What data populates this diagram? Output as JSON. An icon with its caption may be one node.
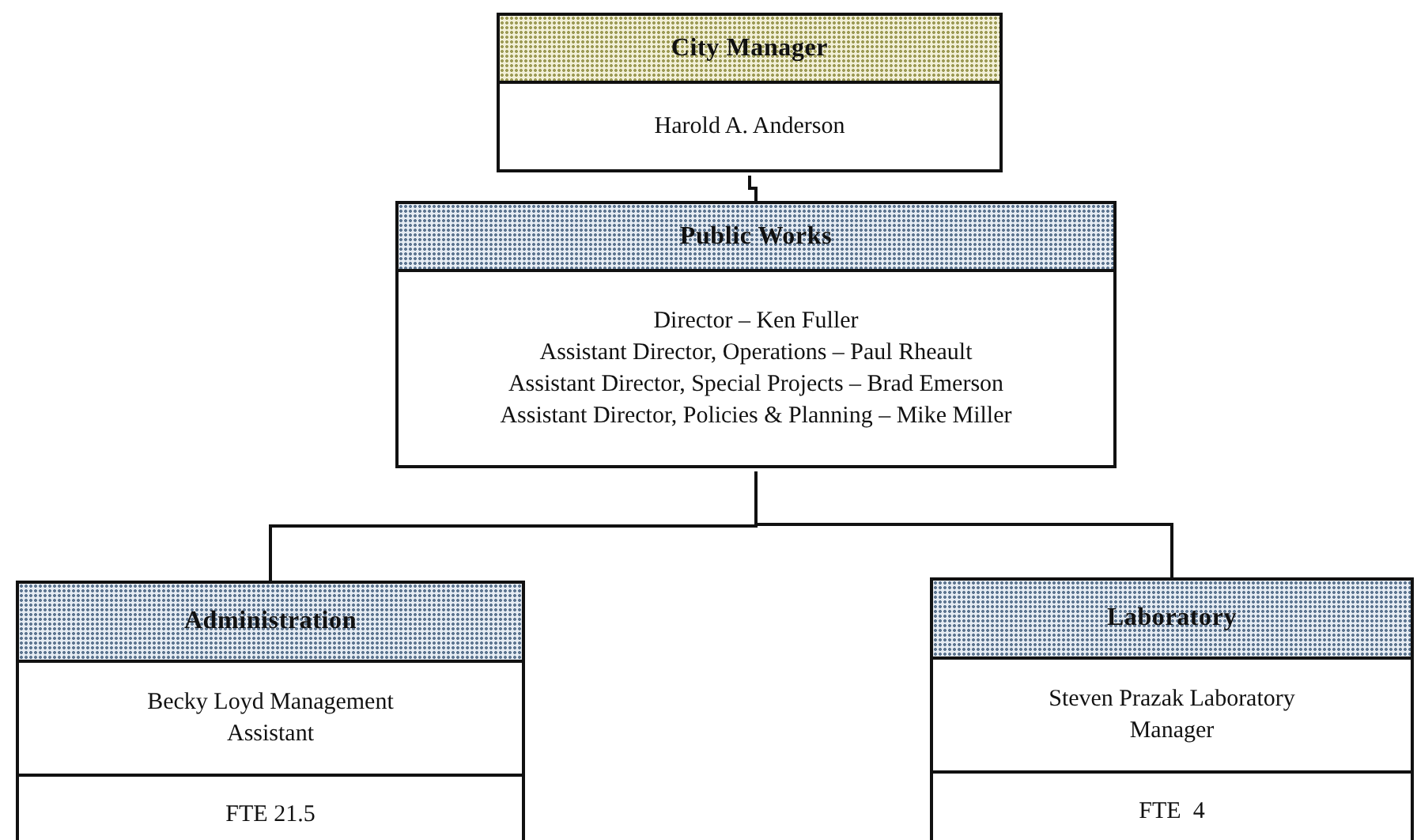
{
  "diagram": {
    "nodes": [
      {
        "text": [
          "City Manager",
          "Harold A. Anderson"
        ]
      },
      {
        "text": [
          "Public Works",
          "Director – Ken Fuller",
          "Assistant Director, Operations – Paul Rheault",
          "Assistant Director, Special Projects – Brad Emerson",
          "Assistant Director, Policies & Planning – Mike Miller"
        ]
      },
      {
        "text": [
          "Administration",
          "Becky Loyd Management Assistant",
          "FTE 21.5"
        ]
      },
      {
        "text": [
          "Laboratory",
          "Steven Prazak Laboratory Manager",
          "FTE  4"
        ]
      }
    ],
    "edges": [
      {
        "from": 0,
        "to": 1,
        "arrow": "none"
      },
      {
        "from": 1,
        "to": 2,
        "arrow": "none"
      },
      {
        "from": 1,
        "to": 3,
        "arrow": "none"
      }
    ]
  }
}
